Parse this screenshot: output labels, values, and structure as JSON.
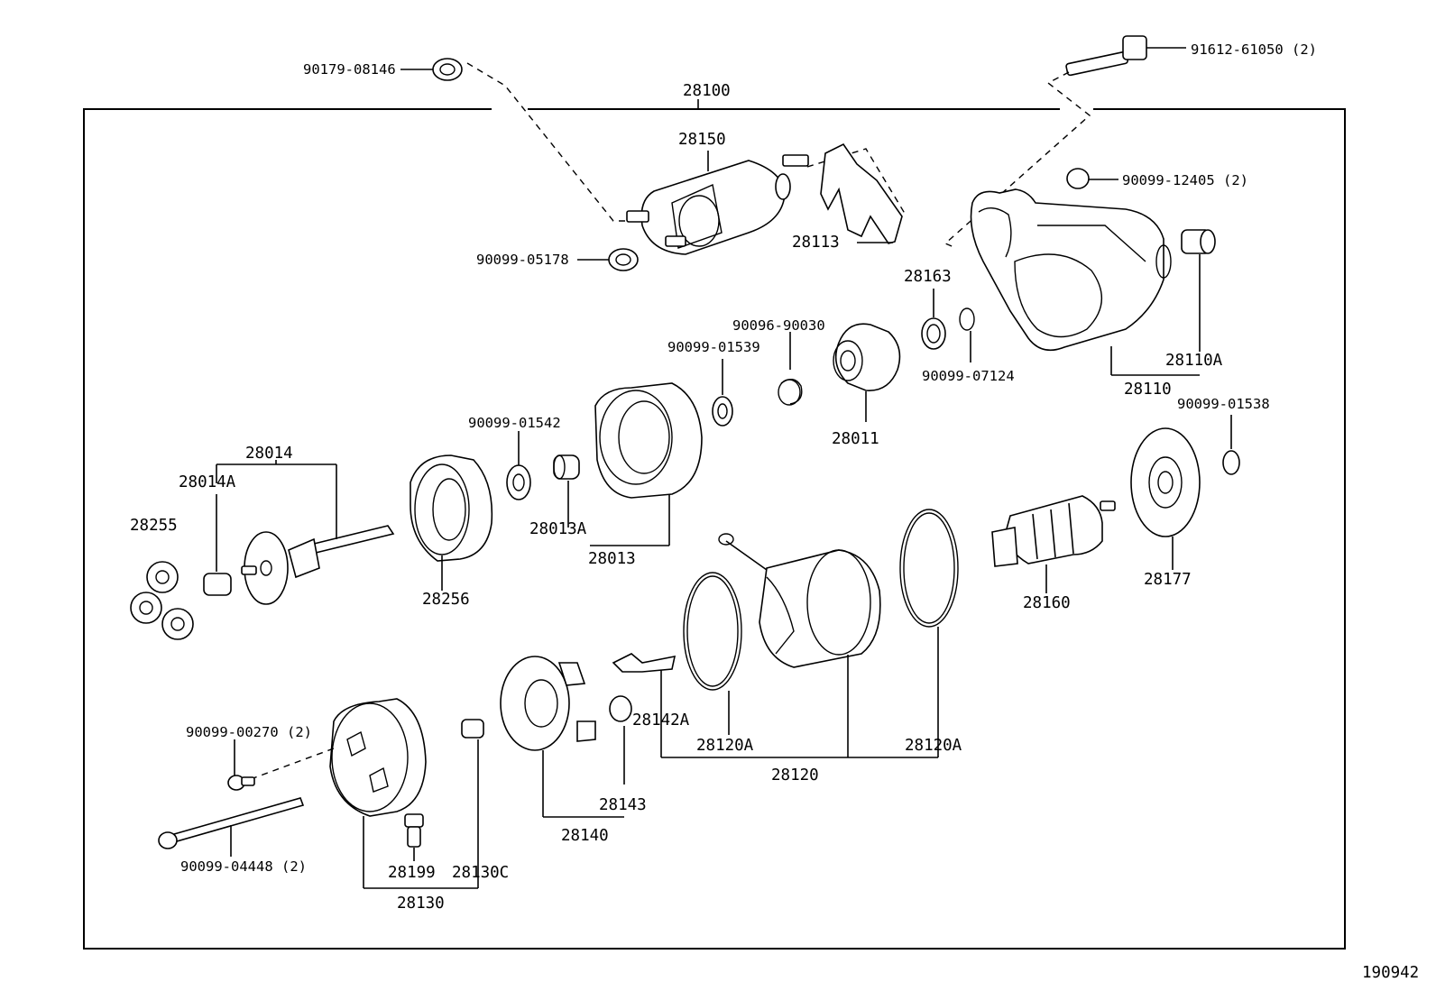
{
  "diagram": {
    "callouts": {
      "p90179_08146": "90179-08146",
      "p91612_61050": "91612-61050 (2)",
      "p28100": "28100",
      "p28150": "28150",
      "p90099_12405": "90099-12405 (2)",
      "p90099_05178": "90099-05178",
      "p28113": "28113",
      "p28163": "28163",
      "p90096_90030": "90096-90030",
      "p90099_01539": "90099-01539",
      "p28110A": "28110A",
      "p90099_07124": "90099-07124",
      "p28110": "28110",
      "p90099_01538": "90099-01538",
      "p28011": "28011",
      "p90099_01542": "90099-01542",
      "p28014": "28014",
      "p28014A": "28014A",
      "p28255": "28255",
      "p28013A": "28013A",
      "p28013": "28013",
      "p28256": "28256",
      "p28160": "28160",
      "p28177": "28177",
      "p28142A": "28142A",
      "p28120A_left": "28120A",
      "p28120A_right": "28120A",
      "p28120": "28120",
      "p90099_00270": "90099-00270 (2)",
      "p28143": "28143",
      "p28140": "28140",
      "p28199": "28199",
      "p28130C": "28130C",
      "p28130": "28130",
      "p90099_04448": "90099-04448 (2)"
    },
    "figure_id": "190942"
  }
}
